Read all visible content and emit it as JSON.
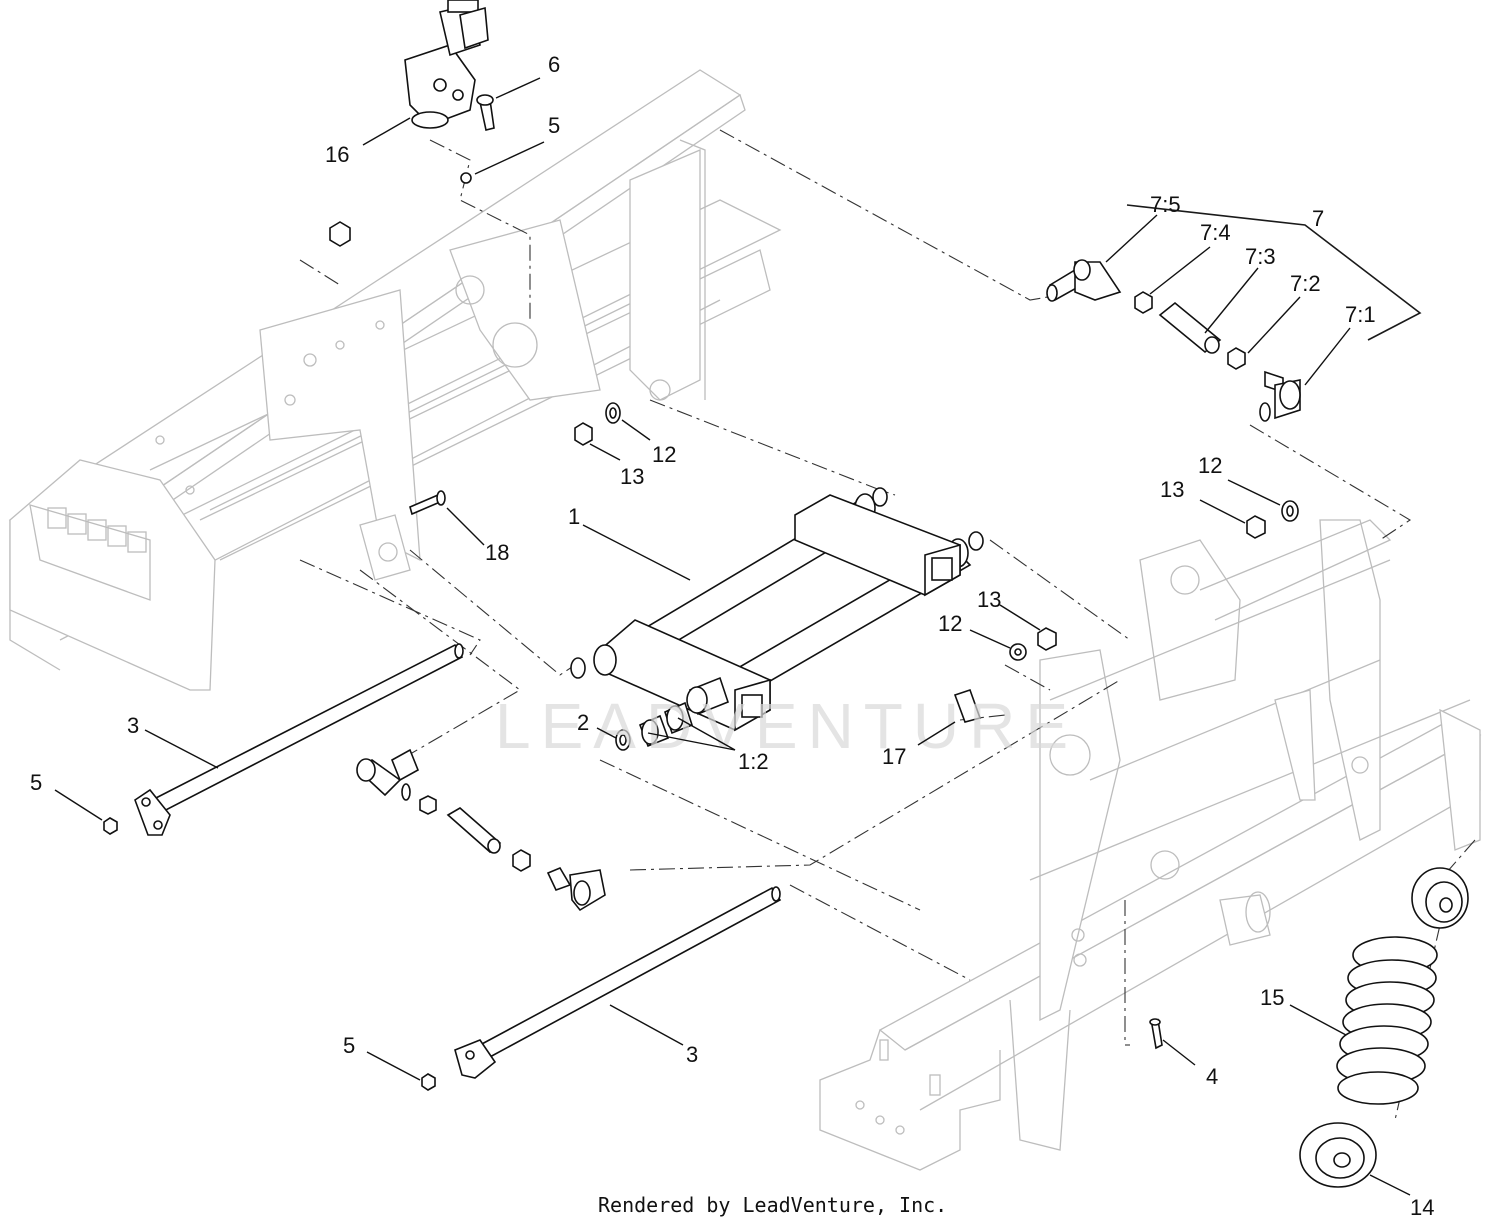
{
  "callouts": {
    "c1": "1",
    "c1_2": "1:2",
    "c2": "2",
    "c3a": "3",
    "c3b": "3",
    "c4": "4",
    "c5a": "5",
    "c5b": "5",
    "c5c": "5",
    "c6": "6",
    "c7": "7",
    "c7_1": "7:1",
    "c7_2": "7:2",
    "c7_3": "7:3",
    "c7_4": "7:4",
    "c7_5": "7:5",
    "c12a": "12",
    "c12b": "12",
    "c12c": "12",
    "c13a": "13",
    "c13b": "13",
    "c13c": "13",
    "c14": "14",
    "c15": "15",
    "c16": "16",
    "c17": "17",
    "c18": "18"
  },
  "watermark": "LEADVENTURE",
  "footer": "Rendered by LeadVenture, Inc."
}
